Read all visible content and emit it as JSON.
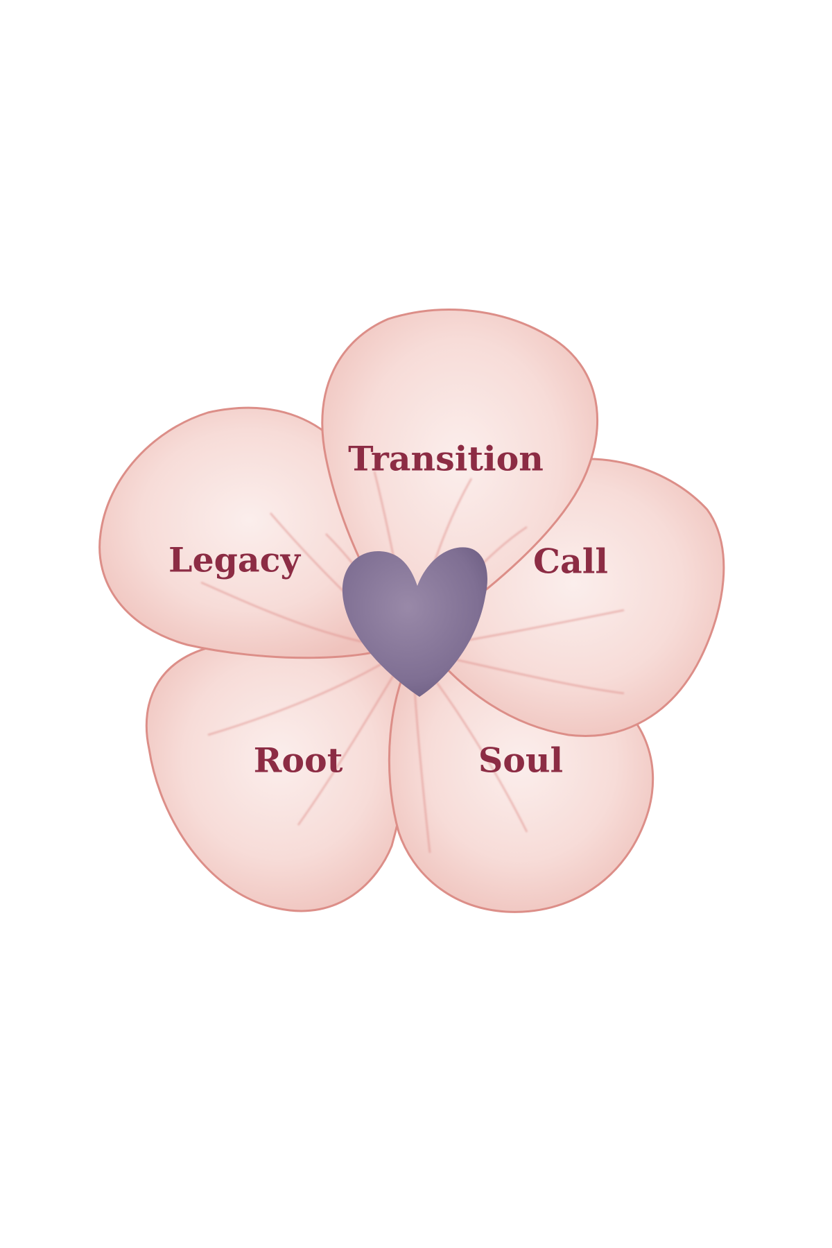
{
  "flower": {
    "labels": {
      "top": "Transition",
      "right": "Call",
      "bottom_right": "Soul",
      "bottom_left": "Root",
      "left": "Legacy"
    }
  },
  "colors": {
    "petal_fill": "#f7dbd8",
    "petal_edge": "#d9837d",
    "vein": "#dd8a86",
    "heart": "#7e6e91",
    "label": "#8c2c44",
    "background": "#ffffff"
  }
}
